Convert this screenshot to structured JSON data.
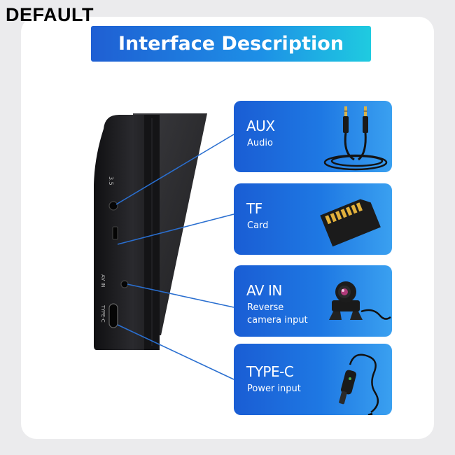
{
  "watermark": "DEFAULT",
  "title": "Interface Description",
  "device_labels": {
    "aux_port": "3.5",
    "av_port": "AV IN",
    "usb_port": "TYPE-C"
  },
  "panels": [
    {
      "title": "AUX",
      "subtitle_lines": [
        "Audio"
      ],
      "icon": "aux-cable-icon"
    },
    {
      "title": "TF",
      "subtitle_lines": [
        "Card"
      ],
      "icon": "tf-card-icon"
    },
    {
      "title": "AV IN",
      "subtitle_lines": [
        "Reverse",
        "camera input"
      ],
      "icon": "reverse-camera-icon"
    },
    {
      "title": "TYPE-C",
      "subtitle_lines": [
        "Power input"
      ],
      "icon": "car-charger-icon"
    }
  ],
  "colors": {
    "panel_blue": "#1e78e3",
    "banner_start": "#1f5fd3",
    "banner_end": "#1fcbe0",
    "device_black": "#1c1c1e"
  }
}
